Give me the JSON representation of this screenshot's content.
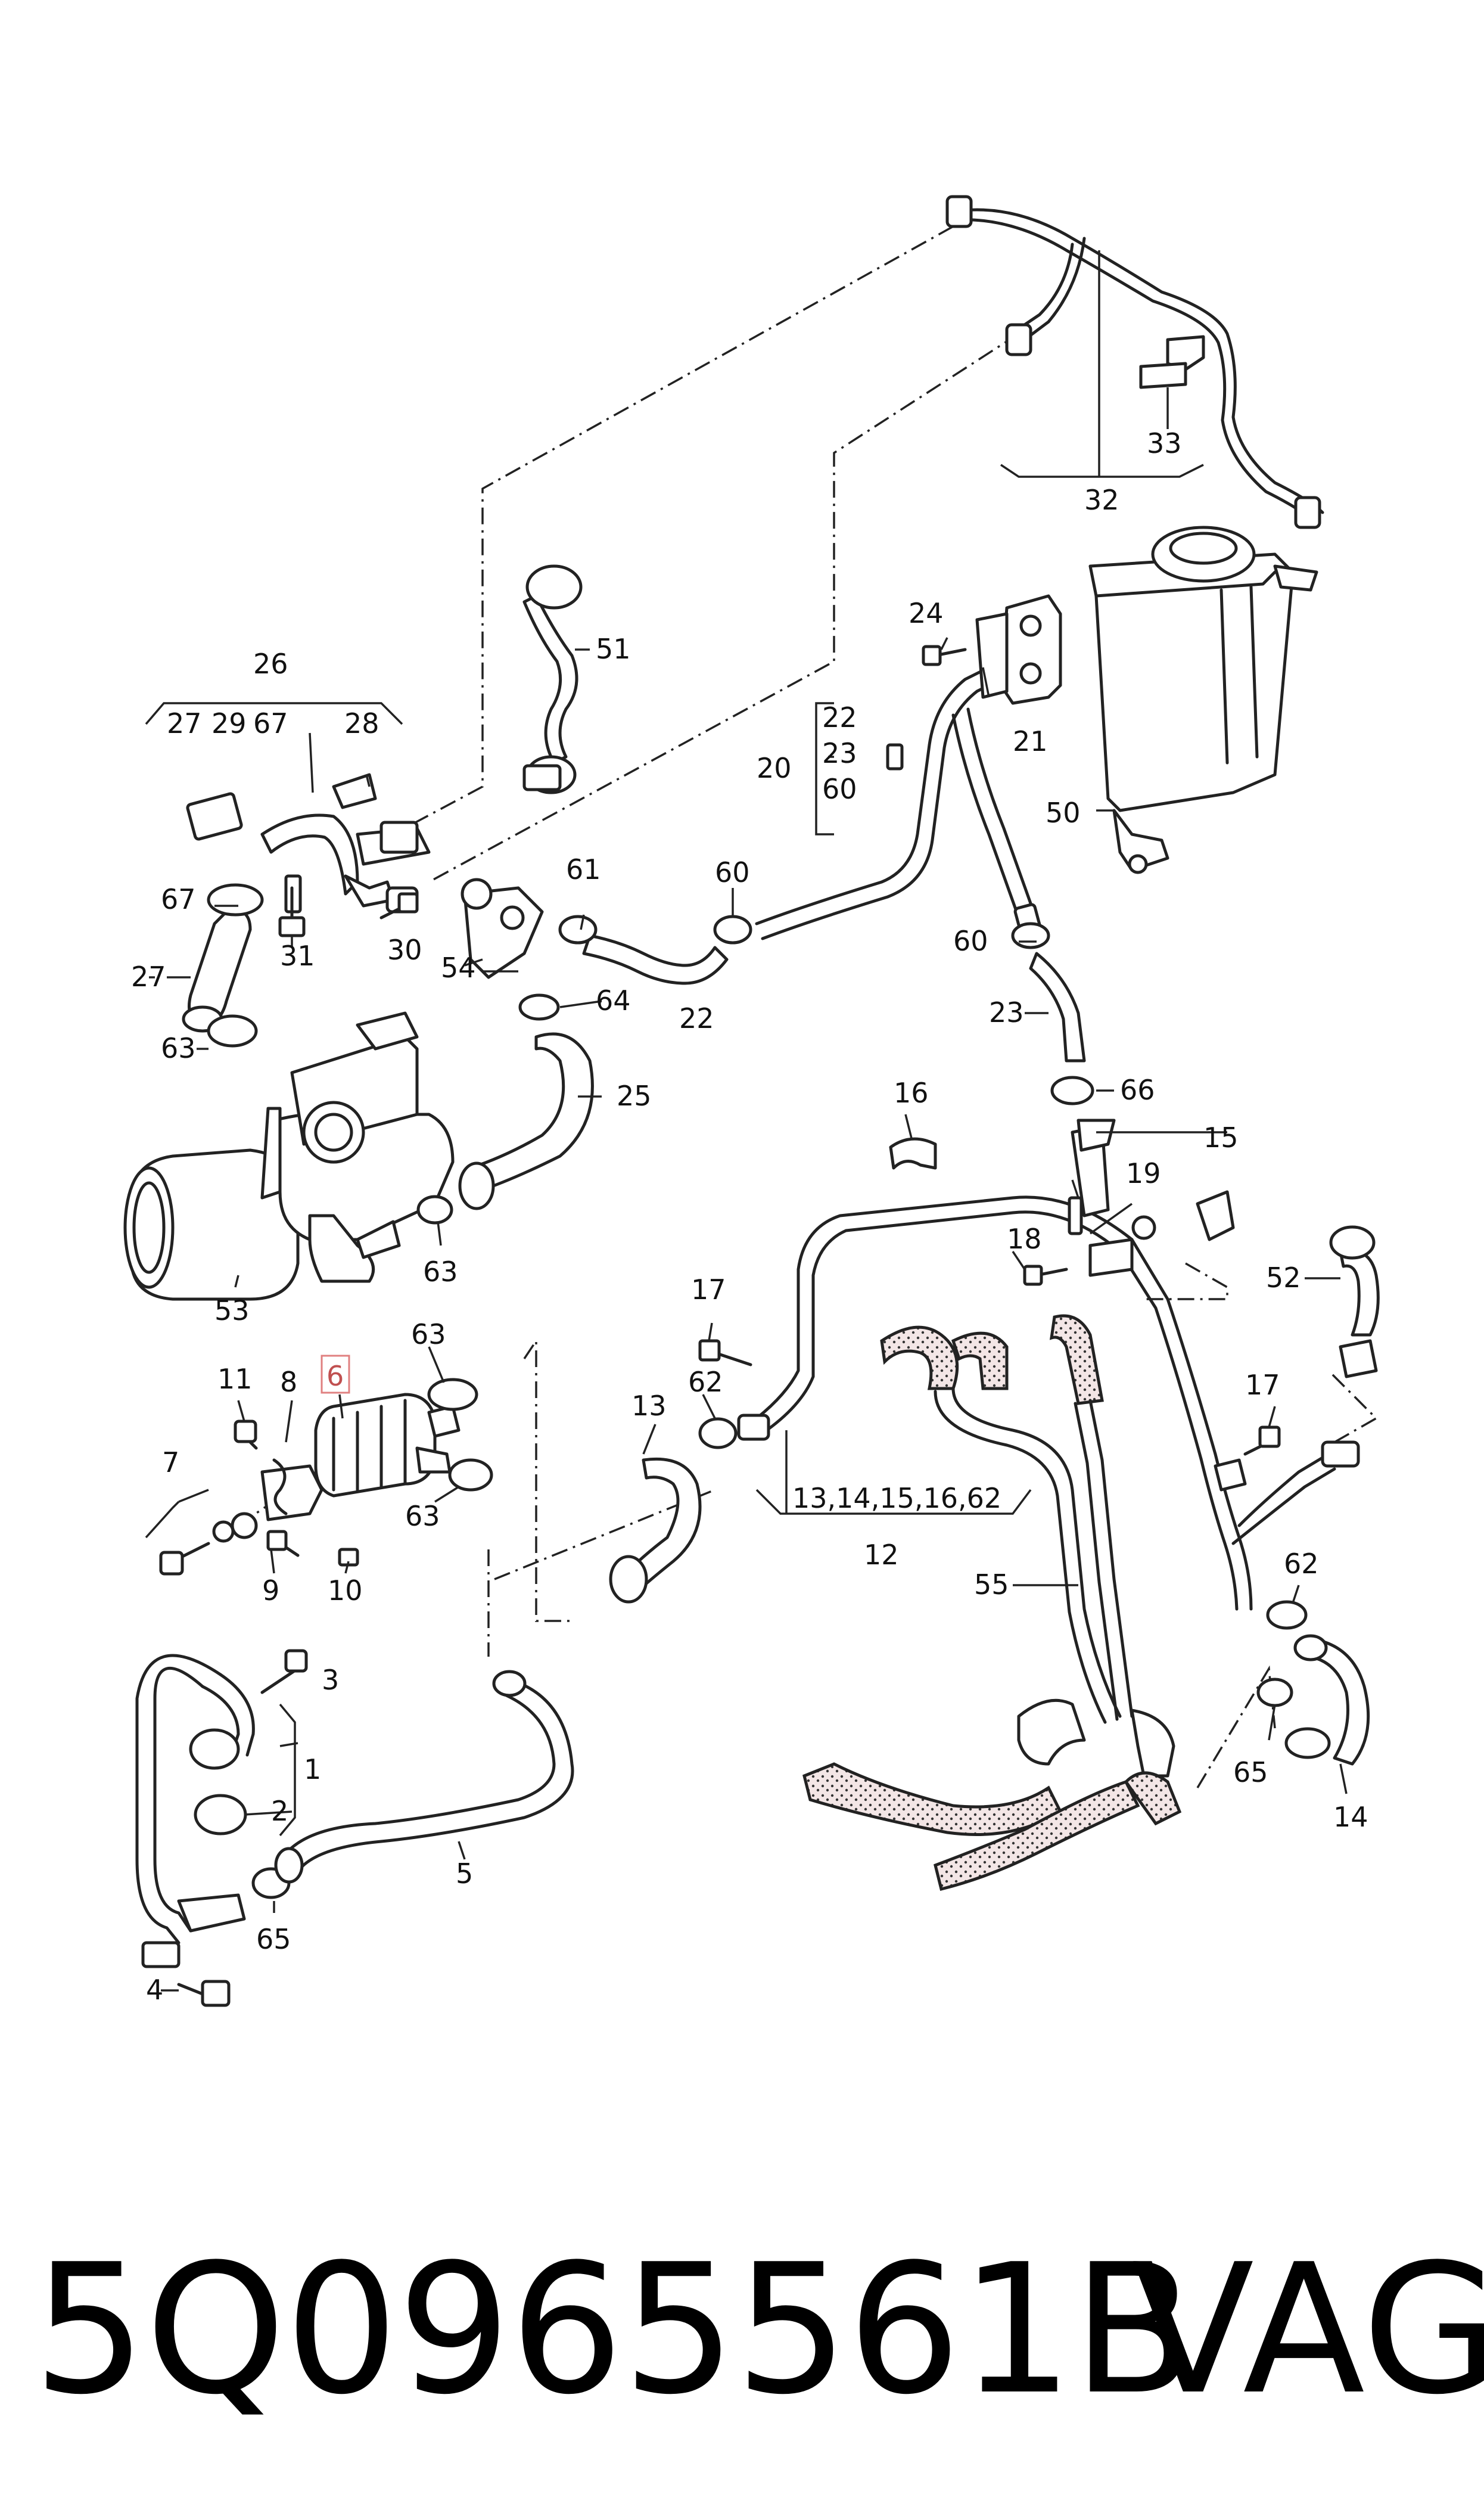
{
  "callouts": [
    {
      "id": "c1",
      "text": "1"
    },
    {
      "id": "c2",
      "text": "2"
    },
    {
      "id": "c3",
      "text": "3"
    },
    {
      "id": "c4",
      "text": "4"
    },
    {
      "id": "c5",
      "text": "5"
    },
    {
      "id": "c6",
      "text": "6"
    },
    {
      "id": "c7",
      "text": "7"
    },
    {
      "id": "c8",
      "text": "8"
    },
    {
      "id": "c9",
      "text": "9"
    },
    {
      "id": "c10",
      "text": "10"
    },
    {
      "id": "c11",
      "text": "11"
    },
    {
      "id": "c12",
      "text": "12"
    },
    {
      "id": "c12group",
      "text": "13,14,15,16,62"
    },
    {
      "id": "c13",
      "text": "13"
    },
    {
      "id": "c14",
      "text": "14"
    },
    {
      "id": "c15",
      "text": "15"
    },
    {
      "id": "c16",
      "text": "16"
    },
    {
      "id": "c17a",
      "text": "17"
    },
    {
      "id": "c17b",
      "text": "17"
    },
    {
      "id": "c18",
      "text": "18"
    },
    {
      "id": "c19",
      "text": "19"
    },
    {
      "id": "c20",
      "text": "20"
    },
    {
      "id": "c20a",
      "text": "22"
    },
    {
      "id": "c20b",
      "text": "23"
    },
    {
      "id": "c20c",
      "text": "60"
    },
    {
      "id": "c21",
      "text": "21"
    },
    {
      "id": "c22",
      "text": "22"
    },
    {
      "id": "c23",
      "text": "23"
    },
    {
      "id": "c24",
      "text": "24"
    },
    {
      "id": "c25",
      "text": "25"
    },
    {
      "id": "c26",
      "text": "26"
    },
    {
      "id": "c27",
      "text": "27"
    },
    {
      "id": "c26a",
      "text": "27"
    },
    {
      "id": "c26b",
      "text": "29"
    },
    {
      "id": "c26c",
      "text": "67"
    },
    {
      "id": "c28",
      "text": "28"
    },
    {
      "id": "c30",
      "text": "30"
    },
    {
      "id": "c31",
      "text": "31"
    },
    {
      "id": "c32",
      "text": "32"
    },
    {
      "id": "c33",
      "text": "33"
    },
    {
      "id": "c50",
      "text": "50"
    },
    {
      "id": "c51",
      "text": "51"
    },
    {
      "id": "c52",
      "text": "52"
    },
    {
      "id": "c53",
      "text": "53"
    },
    {
      "id": "c54",
      "text": "54"
    },
    {
      "id": "c55",
      "text": "55"
    },
    {
      "id": "c60a",
      "text": "60"
    },
    {
      "id": "c60b",
      "text": "60"
    },
    {
      "id": "c61",
      "text": "61"
    },
    {
      "id": "c62a",
      "text": "62"
    },
    {
      "id": "c62b",
      "text": "62"
    },
    {
      "id": "c63a",
      "text": "63"
    },
    {
      "id": "c63b",
      "text": "63"
    },
    {
      "id": "c63c",
      "text": "63"
    },
    {
      "id": "c63d",
      "text": "63"
    },
    {
      "id": "c64",
      "text": "64"
    },
    {
      "id": "c65a",
      "text": "65"
    },
    {
      "id": "c65b",
      "text": "65"
    },
    {
      "id": "c66",
      "text": "66"
    },
    {
      "id": "c67",
      "text": "67"
    }
  ],
  "highlighted_part": "6",
  "highlight_color": "#e08080",
  "footer": {
    "part_number": "5Q0965561B",
    "brand": "VAG"
  }
}
